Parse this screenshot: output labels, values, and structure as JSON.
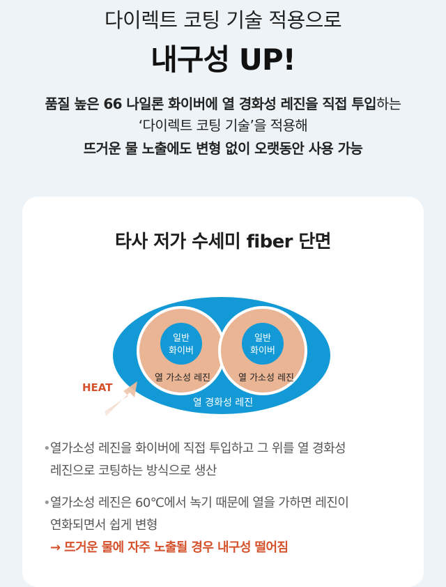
{
  "header": {
    "subtitle": "다이렉트 코팅 기술 적용으로",
    "headline": "내구성 UP!",
    "line1_bold": "품질 높은 66 나일론 화이버에 열 경화성 레진을 직접 투입",
    "line1_normal": "하는",
    "line2": "‘다이렉트 코팅 기술’을 적용해",
    "line3": "뜨거운 물 노출에도 변형 없이 오랫동안 사용 가능"
  },
  "card": {
    "title": "타사 저가 수세미 fiber 단면",
    "diagram": {
      "fiber_label_line1": "일반",
      "fiber_label_line2": "화이버",
      "ring_label": "열 가소성 레진",
      "outer_label": "열 경화성 레진",
      "heat_label": "HEAT"
    },
    "bullets": [
      {
        "line1": "열가소성 레진을 화이버에 직접 투입하고 그 위를 열 경화성",
        "line2": "레진으로 코팅하는 방식으로 생산"
      },
      {
        "line1": "열가소성 레진은 60℃에서 녹기 때문에 열을 가하면 레진이",
        "line2": "연화되면서 쉽게 변형",
        "warning": "→ 뜨거운 물에 자주 노출될 경우 내구성 떨어짐"
      }
    ]
  },
  "colors": {
    "background": "#eef3f7",
    "outer_resin": "#139ad6",
    "ring_resin": "#e9b595",
    "fiber_core": "#139ad6",
    "heat": "#d4512b",
    "warning": "#d4512b"
  }
}
